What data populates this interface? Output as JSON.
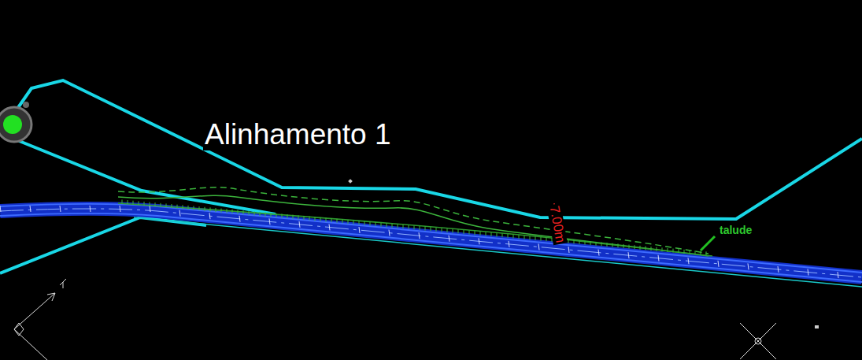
{
  "diagram": {
    "labels": [
      "Alinhamento 1",
      "7.00m",
      "talude"
    ]
  }
}
